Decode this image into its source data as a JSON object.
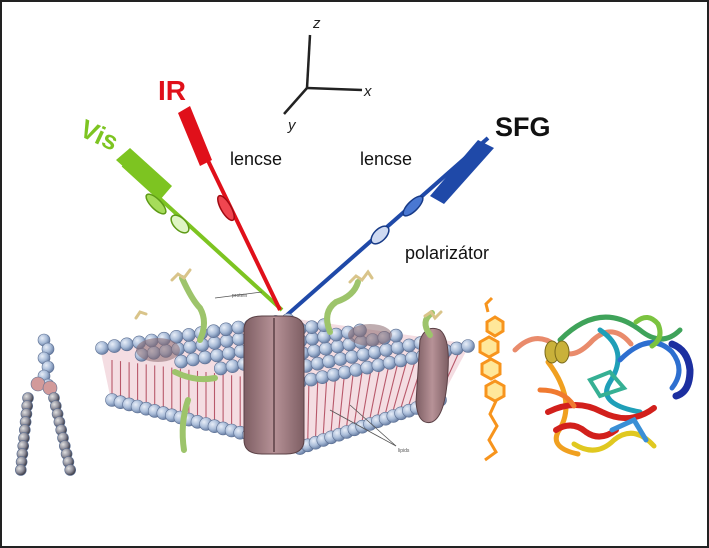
{
  "labels": {
    "ir": "IR",
    "vis": "Vis",
    "sfg": "SFG",
    "lens_left": "lencse",
    "lens_right": "lencse",
    "polarizer": "polarizátor",
    "protein_tag": "protein",
    "lipids_tag": "lipids"
  },
  "axes": {
    "z": "z",
    "x": "x",
    "y": "y"
  },
  "colors": {
    "ir": "#e0101a",
    "vis": "#7dc421",
    "sfg": "#1f49a8",
    "membrane_head": "#a9bcd8",
    "membrane_tail": "#b8586a",
    "protein": "#9c7b7f",
    "cholesterol": "#f7941d",
    "border": "#222222"
  }
}
